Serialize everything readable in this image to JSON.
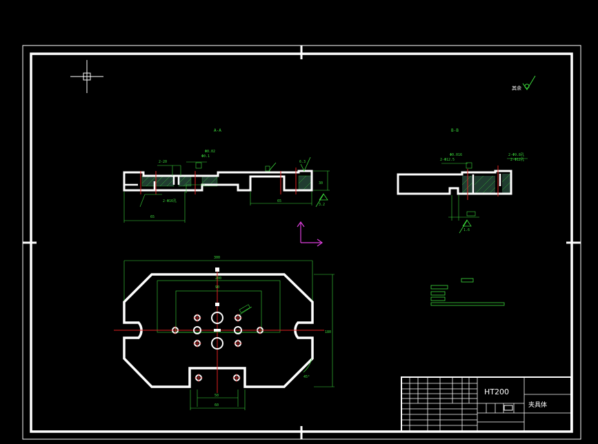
{
  "drawing": {
    "section_a_label": "A-A",
    "section_b_label": "B-B",
    "roughness_note": "其余",
    "material": "HT200",
    "part_name": "夹具体"
  },
  "dimensions": {
    "overall_width": "300",
    "overall_height": "180",
    "inner_width_1": "200",
    "inner_width_2": "90",
    "bottom_tab_width_1": "50",
    "bottom_tab_width_2": "60",
    "chamfer_angle": "45°",
    "section_a_left_span": "65",
    "section_a_mid_span": "65",
    "section_a_height": "30",
    "section_a_spacing": "2-20",
    "section_a_hole": "2-Φ16孔",
    "section_a_tol_1": "Φ0.02",
    "section_a_tol_2": "Φ0.1",
    "section_b_tol_1": "Φ0.016",
    "section_b_tol_2": "2-Φ12.5",
    "section_b_hole": "2-Φ9.8孔",
    "section_b_hole_2": "2-Φ12孔",
    "roughness_a": "6.3",
    "roughness_b": "3.2",
    "roughness_c": "1.6"
  }
}
